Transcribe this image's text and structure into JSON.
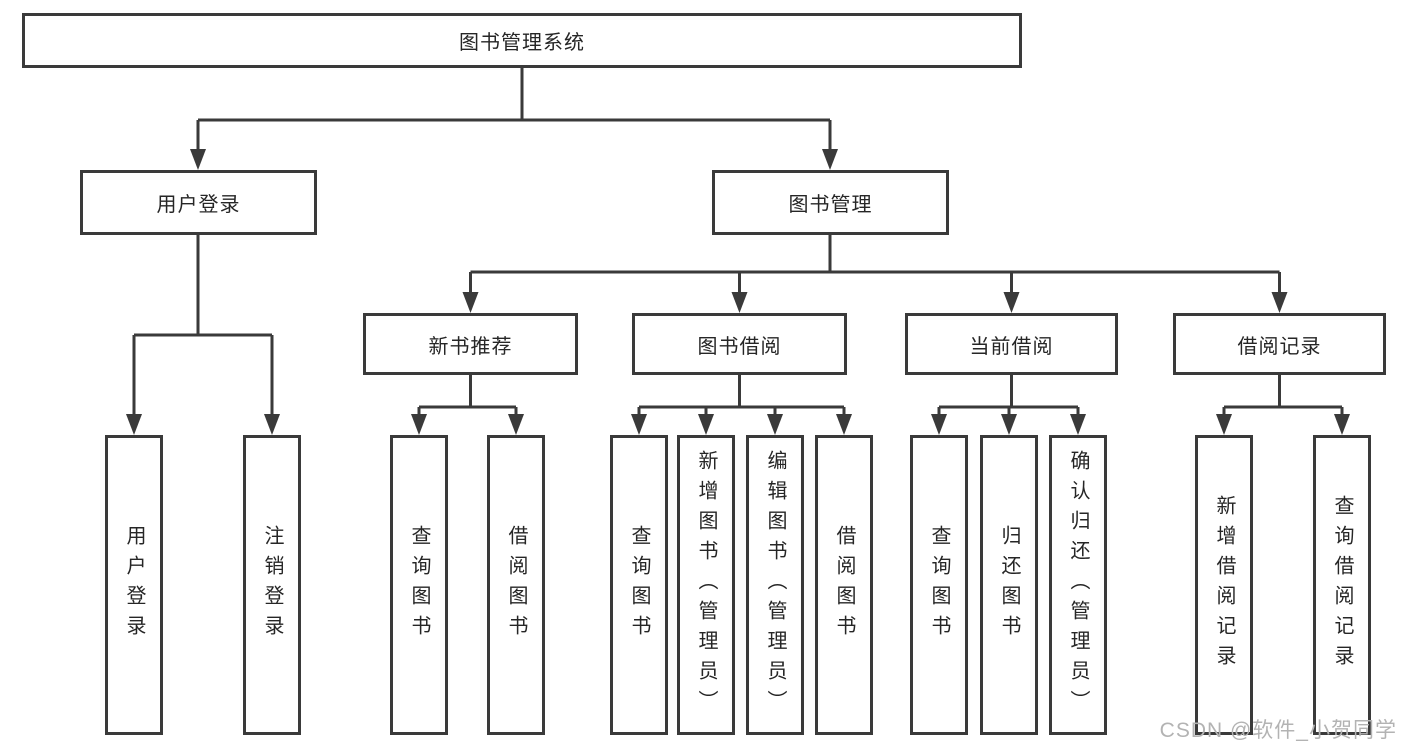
{
  "diagram": {
    "type": "hierarchy-tree",
    "root": {
      "label": "图书管理系统"
    },
    "level2": {
      "user_login": {
        "label": "用户登录"
      },
      "book_management": {
        "label": "图书管理"
      }
    },
    "level3": {
      "new_book_recommend": {
        "label": "新书推荐"
      },
      "book_borrowing": {
        "label": "图书借阅"
      },
      "current_borrowing": {
        "label": "当前借阅"
      },
      "borrow_records": {
        "label": "借阅记录"
      }
    },
    "leaves": {
      "user_login": {
        "label": "用户登录"
      },
      "logout": {
        "label": "注销登录"
      },
      "nb_query_books": {
        "label": "查询图书"
      },
      "nb_borrow_books": {
        "label": "借阅图书"
      },
      "bb_query_books": {
        "label": "查询图书"
      },
      "bb_add_books": {
        "label": "新增图书（管理员）"
      },
      "bb_edit_books": {
        "label": "编辑图书（管理员）"
      },
      "bb_borrow_books": {
        "label": "借阅图书"
      },
      "cb_query_books": {
        "label": "查询图书"
      },
      "cb_return_books": {
        "label": "归还图书"
      },
      "cb_confirm_return": {
        "label": "确认归还（管理员）"
      },
      "rec_add_record": {
        "label": "新增借阅记录"
      },
      "rec_query_record": {
        "label": "查询借阅记录"
      }
    },
    "edges": [
      [
        "图书管理系统",
        "用户登录"
      ],
      [
        "图书管理系统",
        "图书管理"
      ],
      [
        "用户登录",
        "用户登录(叶)"
      ],
      [
        "用户登录",
        "注销登录"
      ],
      [
        "图书管理",
        "新书推荐"
      ],
      [
        "图书管理",
        "图书借阅"
      ],
      [
        "图书管理",
        "当前借阅"
      ],
      [
        "图书管理",
        "借阅记录"
      ],
      [
        "新书推荐",
        "查询图书"
      ],
      [
        "新书推荐",
        "借阅图书"
      ],
      [
        "图书借阅",
        "查询图书"
      ],
      [
        "图书借阅",
        "新增图书（管理员）"
      ],
      [
        "图书借阅",
        "编辑图书（管理员）"
      ],
      [
        "图书借阅",
        "借阅图书"
      ],
      [
        "当前借阅",
        "查询图书"
      ],
      [
        "当前借阅",
        "归还图书"
      ],
      [
        "当前借阅",
        "确认归还（管理员）"
      ],
      [
        "借阅记录",
        "新增借阅记录"
      ],
      [
        "借阅记录",
        "查询借阅记录"
      ]
    ],
    "colors": {
      "line": "#3a3a3a",
      "box_border": "#3a3a3a",
      "text": "#262626",
      "background": "#ffffff",
      "watermark": "#b3b3b3"
    }
  },
  "watermark": {
    "text": "CSDN @软件_小贺同学"
  }
}
